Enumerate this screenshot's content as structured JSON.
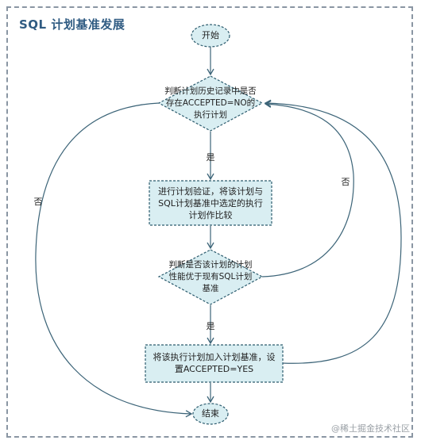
{
  "title": "SQL 计划基准发展",
  "nodes": {
    "start": "开始",
    "check": "判断计划历史记录中是否存在ACCEPTED=NO的执行计划",
    "verify": "进行计划验证，将该计划与SQL计划基准中选定的执行计划作比较",
    "perf": "判断是否该计划的计划性能优于现有SQL计划基准",
    "add": "将该执行计划加入计划基准，设置ACCEPTED=YES",
    "end": "结束"
  },
  "edges": {
    "yes1": "是",
    "no_left": "否",
    "no_right": "否",
    "yes2": "是"
  },
  "watermark": "@稀土掘金技术社区",
  "colors": {
    "node_fill": "#d9eef2",
    "node_stroke": "#2d5c6e",
    "edge": "#3c6478",
    "title": "#2f5b82"
  }
}
